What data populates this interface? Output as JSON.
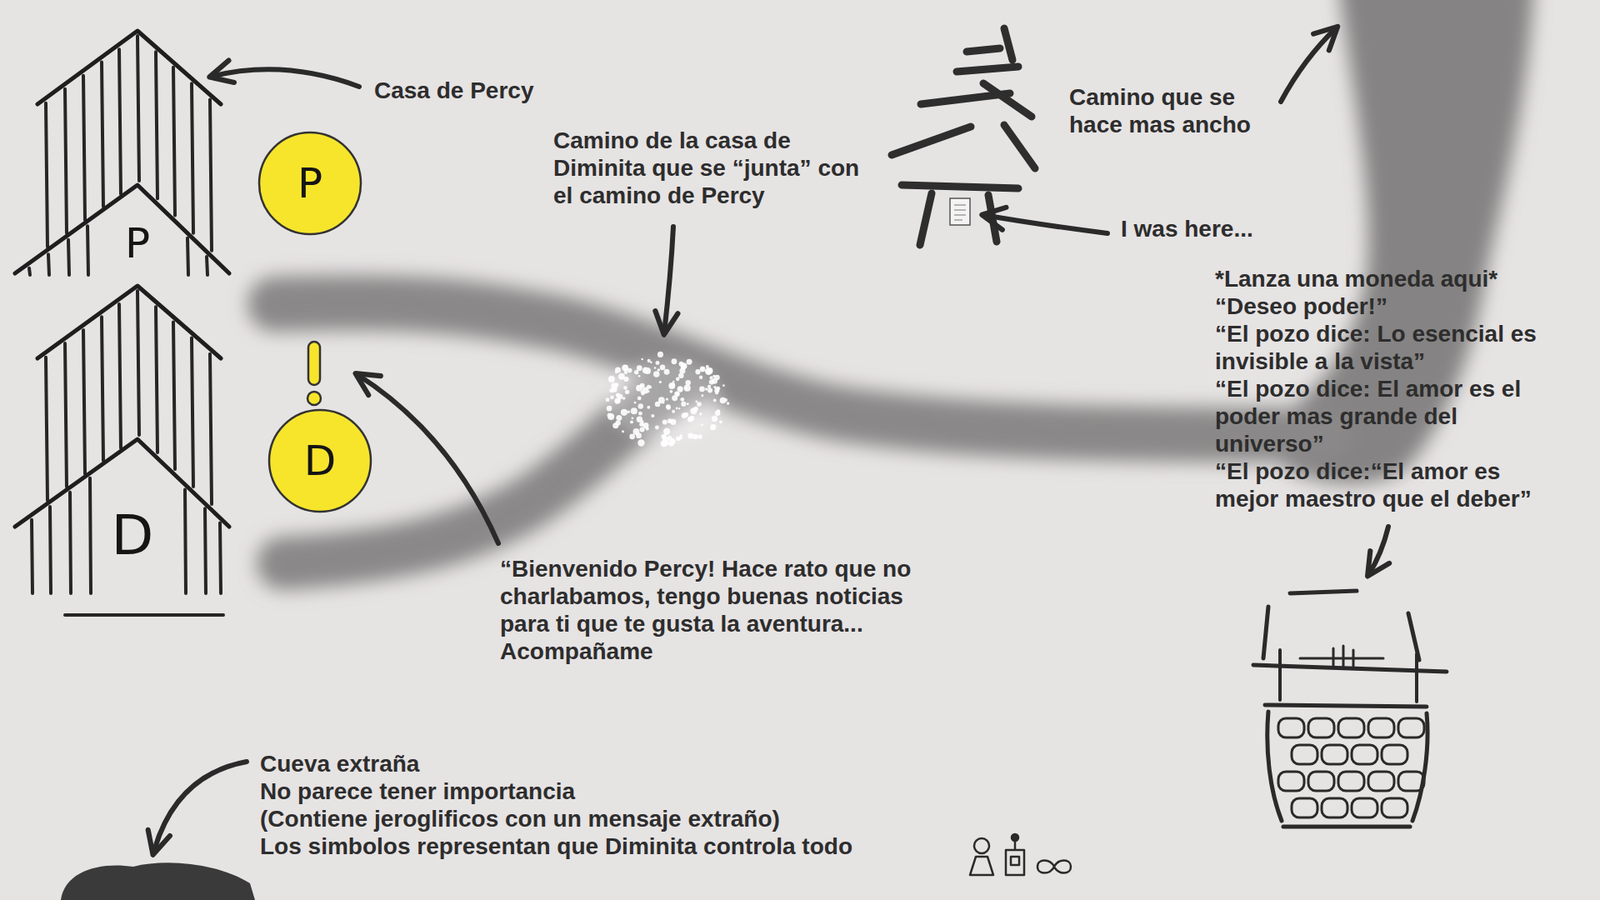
{
  "diagram": {
    "nodes": [
      {
        "text": [
          "P",
          "D"
        ]
      },
      {
        "text": [
          "P"
        ]
      },
      {
        "text": [
          "D"
        ]
      }
    ],
    "labels": [
      "Casa de Percy",
      "Camino de la casa de Diminita que se “junta” con el camino de Percy",
      "Camino que se hace mas ancho",
      "I was here...",
      "*Lanza una moneda aqui*",
      "“Deseo poder!”",
      "“El pozo dice: Lo esencial es invisible a la vista”",
      "“El pozo dice: El amor es el poder mas grande del universo”",
      "“El pozo dice:“El amor es mejor maestro que el deber”",
      "“Bienvenido Percy! Hace rato que no charlabamos, tengo buenas noticias para ti que te gusta la aventura... Acompañame",
      "Cueva extraña",
      "No parece tener importancia",
      "(Contiene jeroglificos con un mensaje extraño)",
      "Los simbolos representan que Diminita controla todo"
    ]
  }
}
